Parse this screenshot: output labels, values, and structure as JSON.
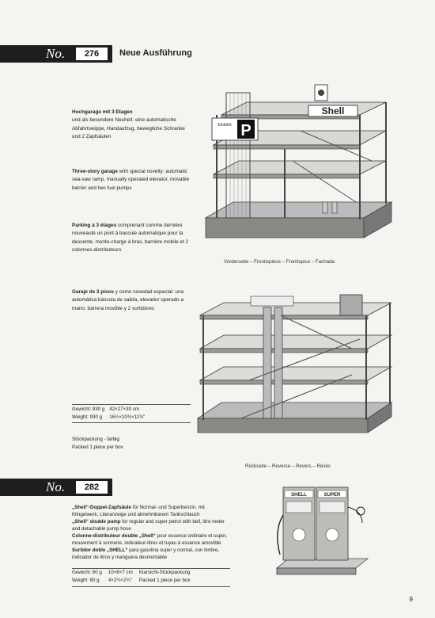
{
  "item1": {
    "no_label": "No.",
    "number": "276",
    "heading": "Neue Ausführung",
    "de": {
      "title": "Hochgarage mit 3 Etagen",
      "text": "und als besondere Neuheit: eine automatische Abfahrtswippe, Handaufzug, bewegliche Schranke und 2 Zapfsäulen"
    },
    "en": {
      "title": "Three-story garage",
      "text": "with special novelty: automatic sea-saw ramp, manually operated elevator, movable barrier and two fuel pumps"
    },
    "fr": {
      "title": "Parking à 3 étages",
      "text": "comprenant comme dernière nouveauté un pont à bascule automatique pour la descente, monte-charge à bras, barrière mobile et 2 colonnes-distributeurs"
    },
    "es": {
      "title": "Garaje de 3 pisos",
      "text": "y como novedad especial: una automática báscula de salida, elevador operado a mano, barrera movible y 2 surtidores"
    },
    "caption_front": "Vorderseite – Frontispiece – Frontispice – Fachada",
    "caption_back": "Rückseite – Reverse – Revers – Révés",
    "specs": [
      {
        "label": "Gewicht: 930 g",
        "value": "42×27×30 cm"
      },
      {
        "label": "Weight: 930 g",
        "value": "16½×10¾×11¾\""
      }
    ],
    "pack_de": "Stückpackung - farbig",
    "pack_en": "Packed 1 piece per box",
    "sign_shell": "Shell",
    "sign_p": "P",
    "sign_einfahrt": "Einfahrt"
  },
  "item2": {
    "no_label": "No.",
    "number": "282",
    "de": {
      "title": "„Shell“-Doppel-Zapfsäule",
      "text": "für Normal- und Superbenzin, mit Klingelwerk, Literanzeige und abnehmbarem Tankschlauch"
    },
    "en": {
      "title": "„Shell“ double pump",
      "text": "for regular and super petrol with bell, litre meter and detachable pump hose"
    },
    "fr": {
      "title": "Colonne-distributeur double „Shell“",
      "text": "pour essence ordinaire et super, mouvement à sonnerie, indicateur-litres et tuyau à essence amovible"
    },
    "es": {
      "title": "Surtidor doble „SHELL“",
      "text": "para gasolina super y normal, con timbre, indicador de litros y manguera desmontable"
    },
    "specs": [
      {
        "label": "Gewicht: 60 g",
        "value": "10×6×7 cm",
        "pack": "Klarsicht-Stückpackung"
      },
      {
        "label": "Weight: 60 g",
        "value": "4×2½×2¾\"",
        "pack": "Packed 1 piece per box"
      }
    ],
    "pump_left": "SHELL",
    "pump_right": "SUPER"
  },
  "page_number": "9",
  "colors": {
    "bar": "#1e1e1e",
    "paper": "#f5f4f1"
  }
}
